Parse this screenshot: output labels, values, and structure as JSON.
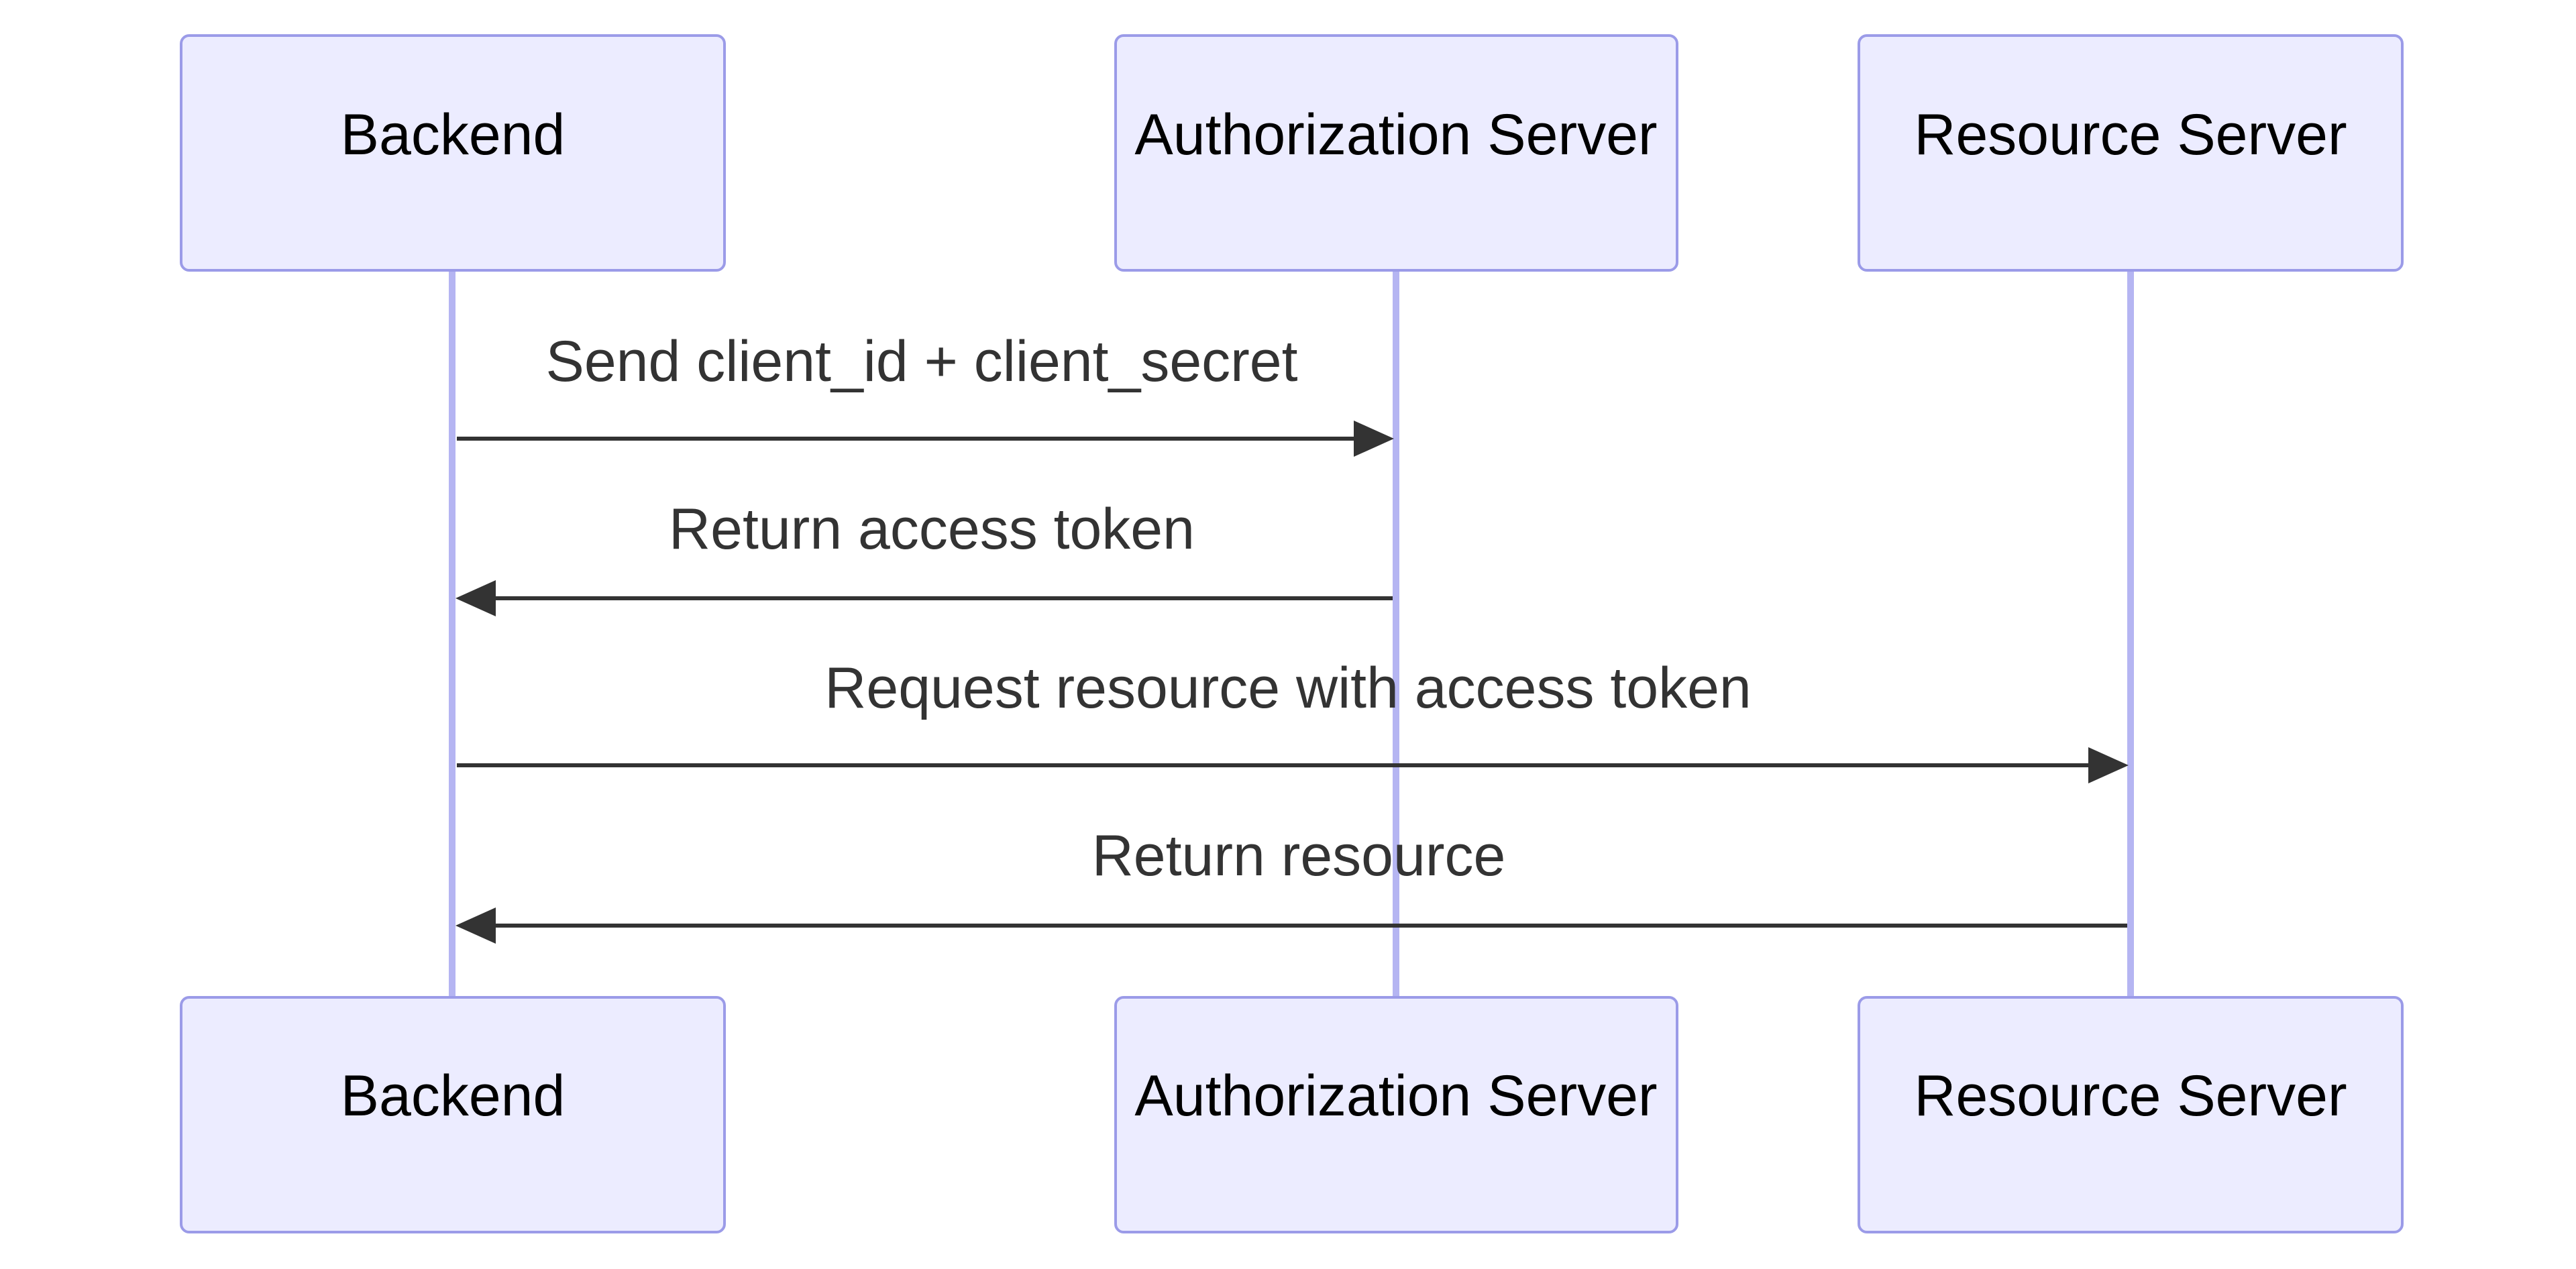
{
  "participants": [
    {
      "id": "backend",
      "label": "Backend"
    },
    {
      "id": "auth",
      "label": "Authorization Server"
    },
    {
      "id": "resource",
      "label": "Resource Server"
    }
  ],
  "messages": [
    {
      "from": "backend",
      "to": "auth",
      "label": "Send client_id + client_secret"
    },
    {
      "from": "auth",
      "to": "backend",
      "label": "Return access token"
    },
    {
      "from": "backend",
      "to": "resource",
      "label": "Request resource with access token"
    },
    {
      "from": "resource",
      "to": "backend",
      "label": "Return resource"
    }
  ],
  "colors": {
    "actor_fill": "#ECECFF",
    "actor_stroke": "#9B9BE8",
    "lifeline": "#B5B5F2",
    "message": "#333333"
  }
}
